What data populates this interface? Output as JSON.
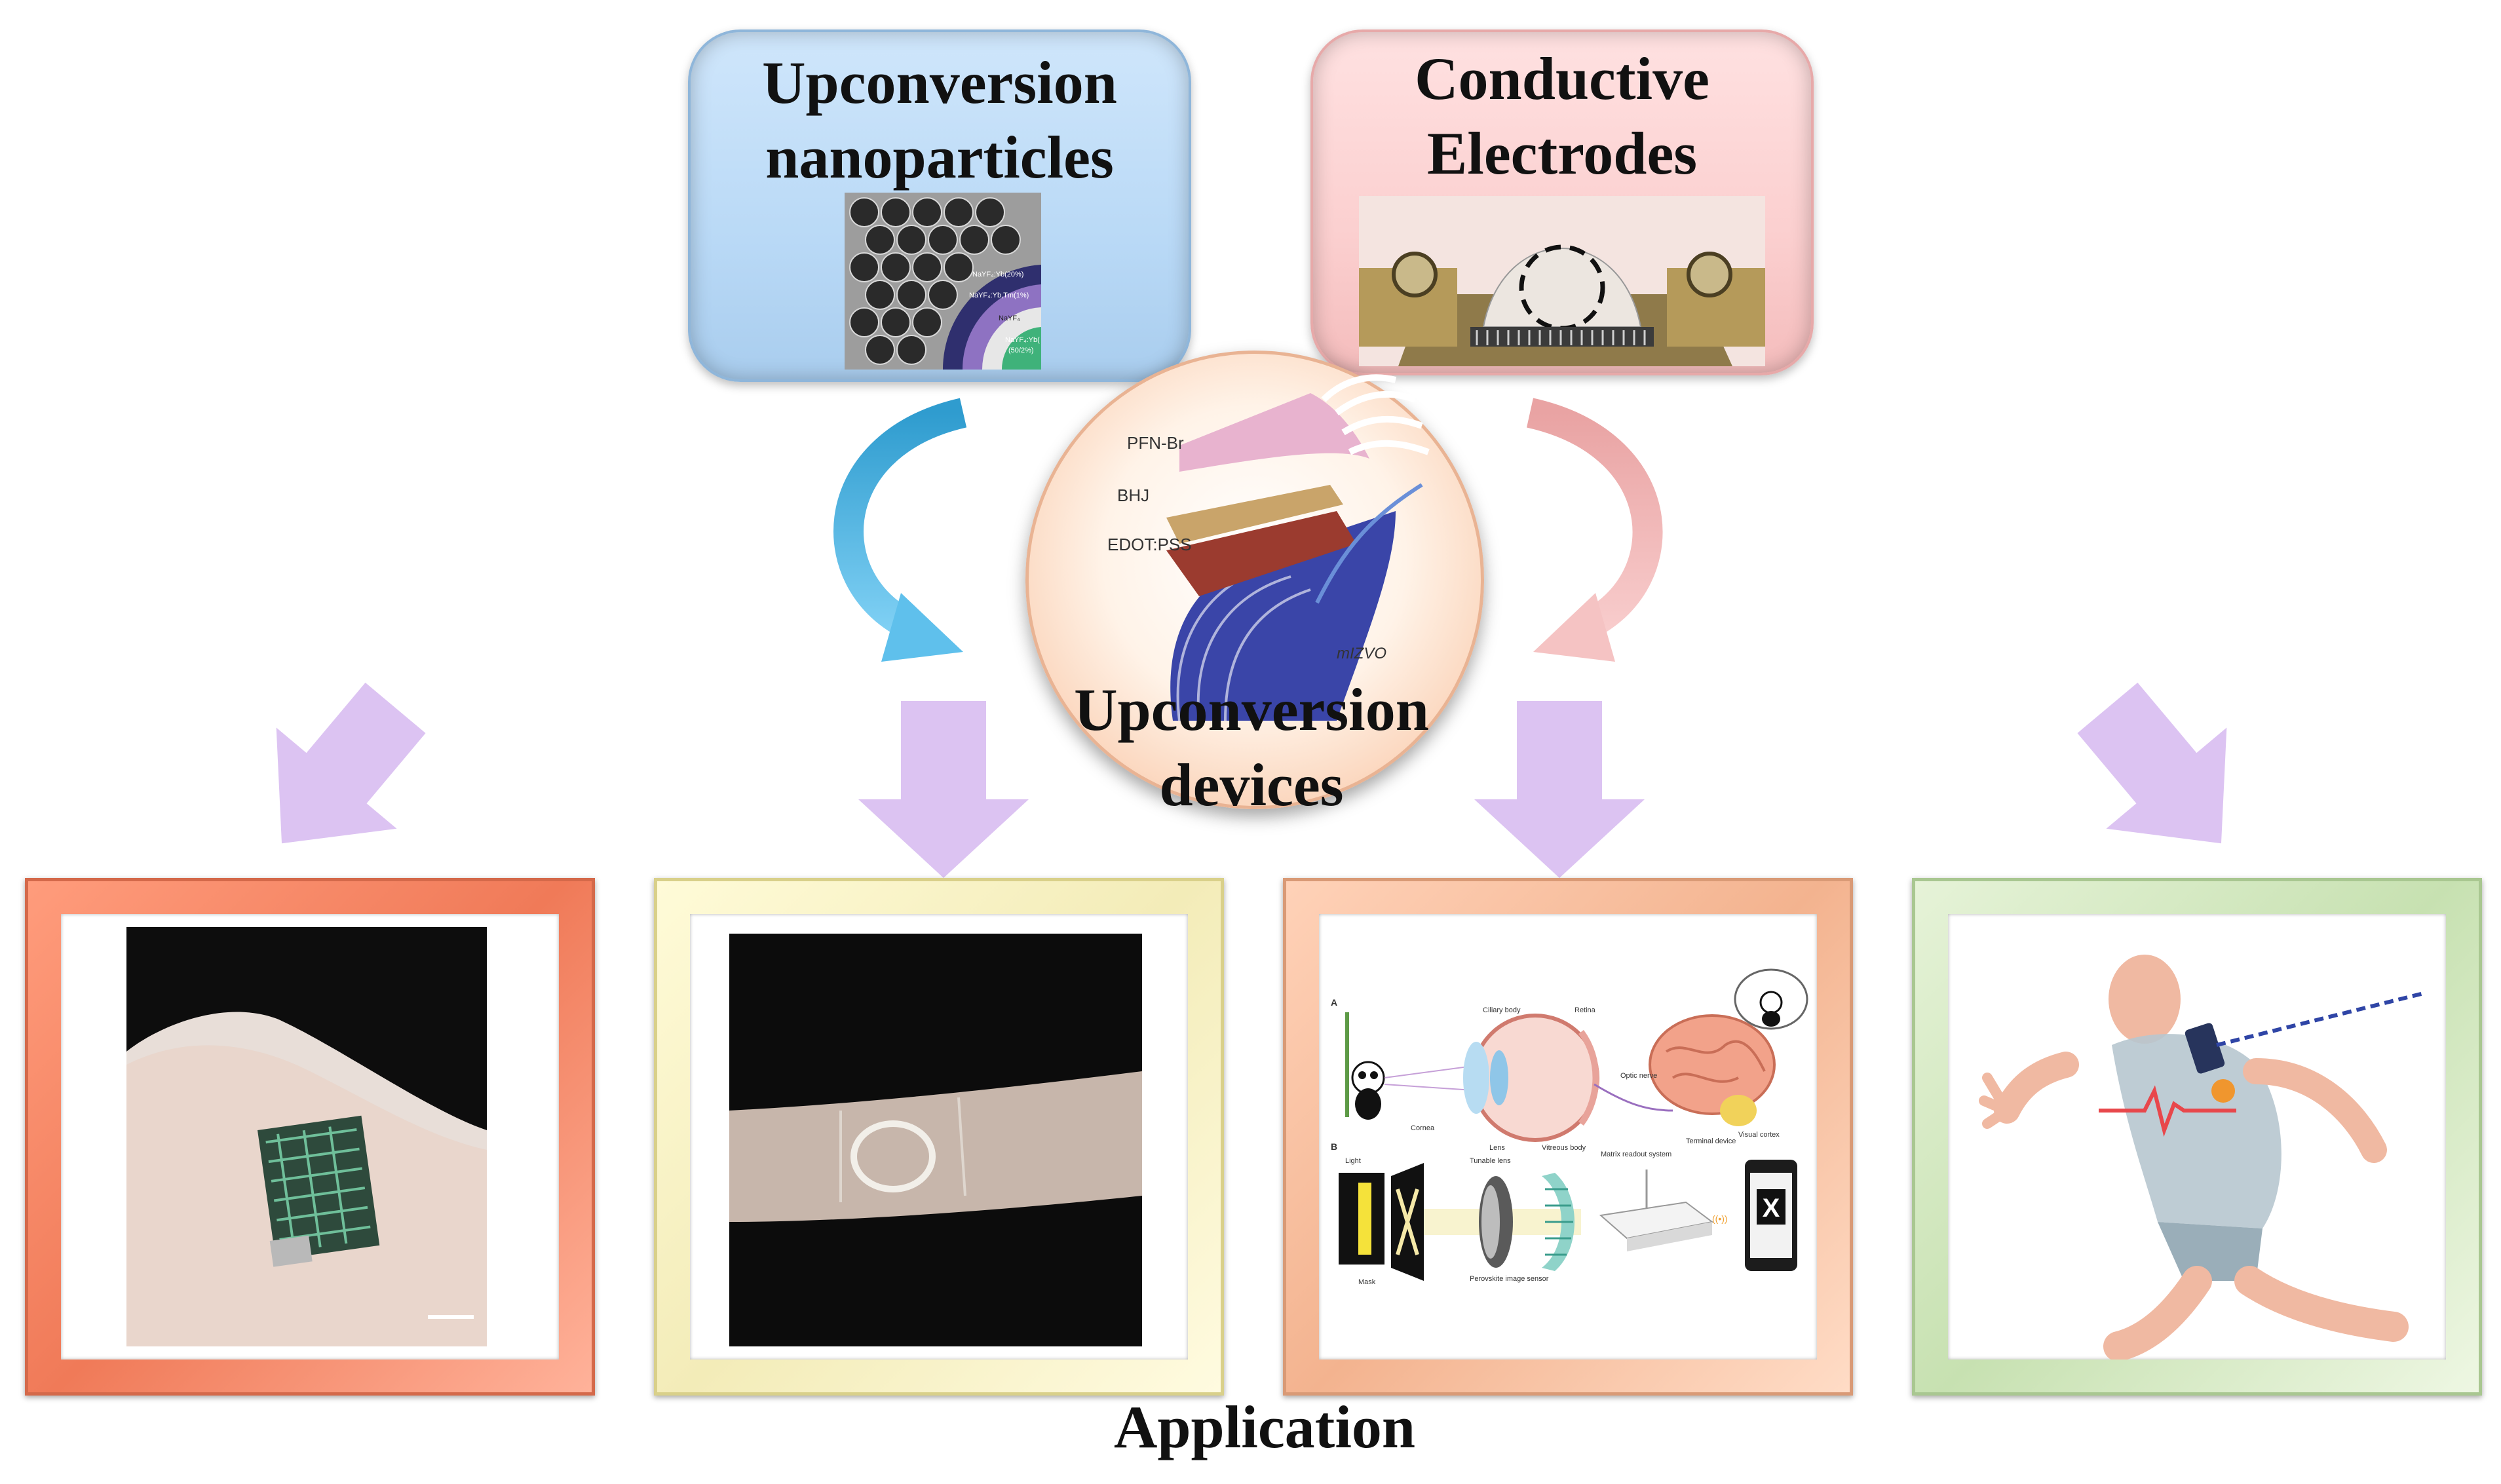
{
  "top_boxes": {
    "nanoparticles": {
      "title_line1": "Upconversion",
      "title_line2": "nanoparticles",
      "shell_labels": [
        "NaYF₄:Yb(20%)",
        "NaYF₄:Yb,Tm(1%)",
        "NaYF₄",
        "NaYF₄:Yb(",
        "(50/2%)"
      ]
    },
    "electrodes": {
      "title_line1": "Conductive",
      "title_line2": "Electrodes"
    }
  },
  "device": {
    "layer_labels": [
      "PFN-Br",
      "BHJ",
      "EDOT:PSS",
      "mIZVO"
    ],
    "title_line1": "Upconversion",
    "title_line2": "devices"
  },
  "application": {
    "label": "Application",
    "eye_panel": {
      "section_a": "A",
      "section_b": "B",
      "labels": [
        "Ciliary body",
        "Retina",
        "Cornea",
        "Lens",
        "Vitreous body",
        "Optic nerve",
        "Visual cortex",
        "Light",
        "Tunable lens",
        "Matrix readout system",
        "Terminal device",
        "Mask",
        "Perovskite image sensor",
        "X"
      ]
    }
  },
  "colors": {
    "blue_arrow": "#4fb3e3",
    "pink_arrow": "#f2b8b8",
    "down_arrow": "#dcc3f2"
  }
}
